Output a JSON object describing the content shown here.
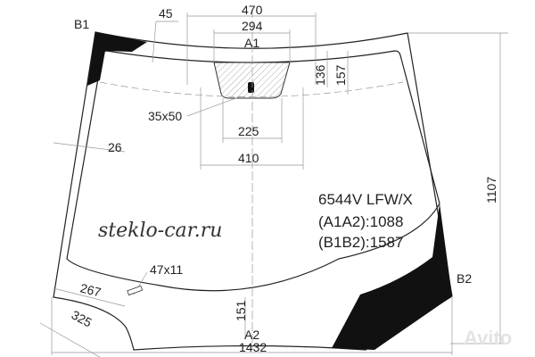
{
  "part_code": "6544V LFW/X",
  "a1a2": "(A1A2):1088",
  "b1b2": "(B1B2):1587",
  "watermark": "steklo-car.ru",
  "avito_watermark": "Avito",
  "labels": {
    "a1": "A1",
    "a2": "A2",
    "b1": "B1",
    "b2": "B2"
  },
  "dimensions": {
    "d45": "45",
    "d470": "470",
    "d294": "294",
    "d136": "136",
    "d157": "157",
    "d35x50": "35x50",
    "d225": "225",
    "d410": "410",
    "d26": "26",
    "d1107": "1107",
    "d47x11": "47x11",
    "d267": "267",
    "d325": "325",
    "d151": "151",
    "d1432": "1432"
  }
}
